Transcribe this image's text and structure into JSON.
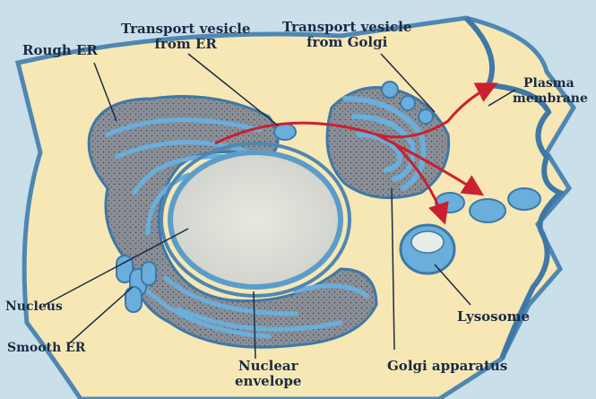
{
  "labels": {
    "rough_er": "Rough ER",
    "transport_er_line1": "Transport vesicle",
    "transport_er_line2": "from ER",
    "transport_golgi_line1": "Transport vesicle",
    "transport_golgi_line2": "from Golgi",
    "plasma_line1": "Plasma",
    "plasma_line2": "membrane",
    "nucleus": "Nucleus",
    "smooth_er": "Smooth ER",
    "nuclear_env_line1": "Nuclear",
    "nuclear_env_line2": "envelope",
    "golgi": "Golgi apparatus",
    "lysosome": "Lysosome"
  },
  "colors": {
    "background_blue": "#c9dfe9",
    "cytoplasm": "#f6e7b4",
    "membrane_blue": "#5c9cc9",
    "organelle_gray": "#8a8f97",
    "pathway_arrow": "#cc1f2f",
    "label_text": "#1b2a44"
  }
}
